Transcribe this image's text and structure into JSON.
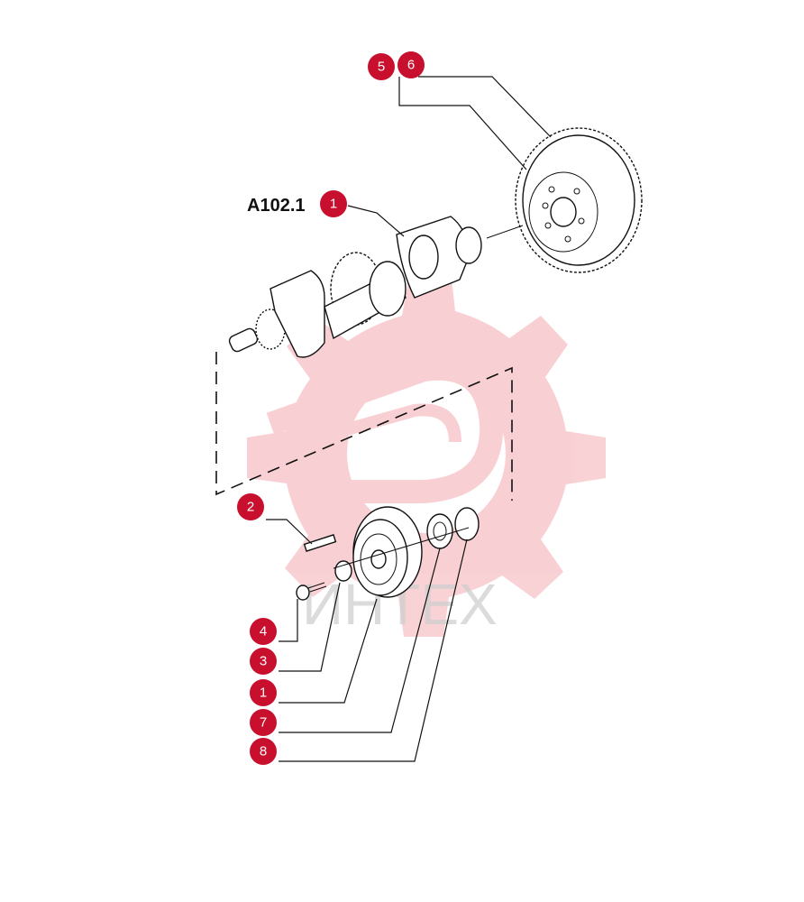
{
  "diagram": {
    "assembly_code": "A102.1",
    "watermark_text": "ИНТЕХ",
    "callouts": [
      {
        "id": "callout-5",
        "label": "5"
      },
      {
        "id": "callout-6",
        "label": "6"
      },
      {
        "id": "callout-1-crankshaft",
        "label": "1"
      },
      {
        "id": "callout-2",
        "label": "2"
      },
      {
        "id": "callout-4",
        "label": "4"
      },
      {
        "id": "callout-3",
        "label": "3"
      },
      {
        "id": "callout-1-pulley",
        "label": "1"
      },
      {
        "id": "callout-7",
        "label": "7"
      },
      {
        "id": "callout-8",
        "label": "8"
      }
    ],
    "colors": {
      "callout": "#c8102e",
      "watermark": "#f2a0a8",
      "line": "#111111"
    }
  }
}
